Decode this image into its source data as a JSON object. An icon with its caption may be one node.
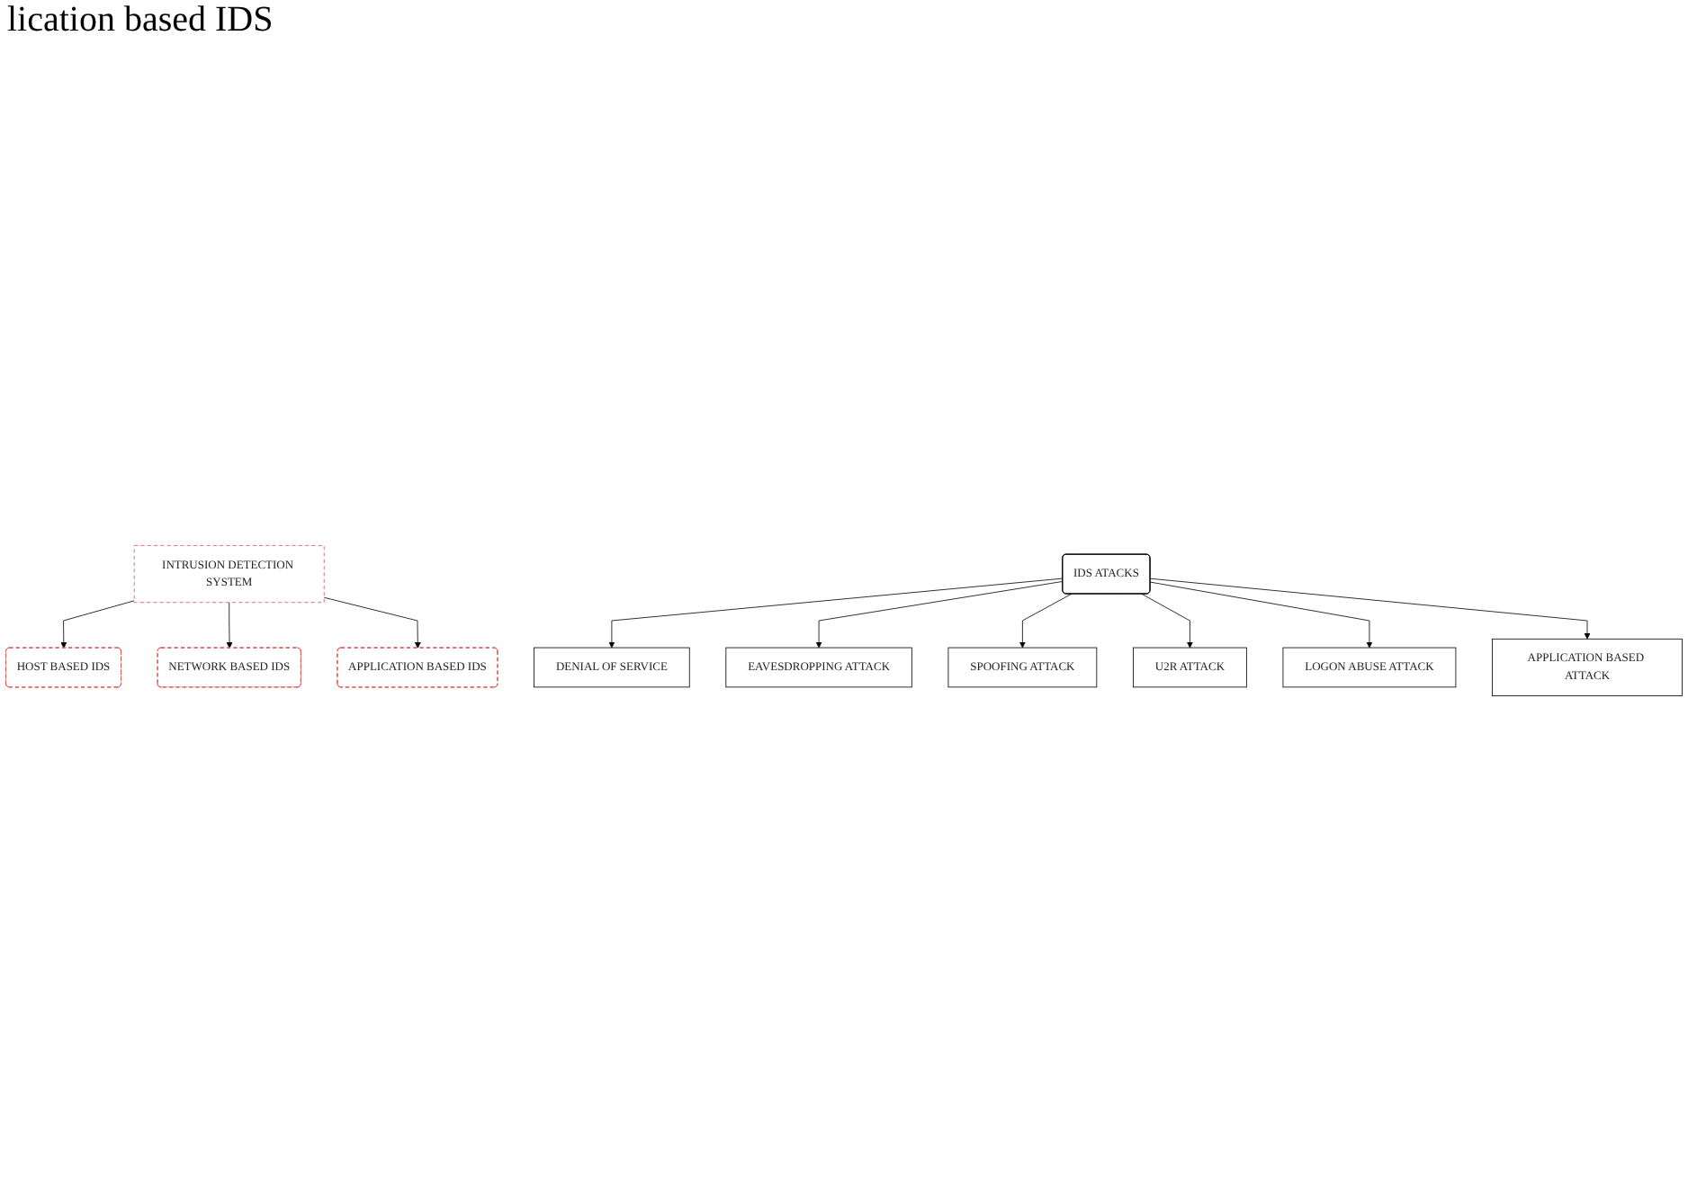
{
  "diagram": {
    "nodes": [
      {
        "text": [
          "INTRUSION DETECTION SYSTEM"
        ]
      },
      {
        "text": [
          "HOST BASED IDS"
        ]
      },
      {
        "text": [
          "NETWORK BASED IDS"
        ]
      },
      {
        "text": [
          "APPLICATION BASED IDS"
        ]
      },
      {
        "text": [
          "IDS ATACKS"
        ]
      },
      {
        "text": [
          "DENIAL OF SERVICE"
        ]
      },
      {
        "text": [
          "EAVESDROPPING ATTACK"
        ]
      },
      {
        "text": [
          "SPOOFING ATTACK"
        ]
      },
      {
        "text": [
          "U2R ATTACK"
        ]
      },
      {
        "text": [
          "LOGON ABUSE ATTACK"
        ]
      },
      {
        "text": [
          "APPLICATION BASED ATTACK"
        ]
      }
    ],
    "edges": [
      {
        "from": 0,
        "to": 1,
        "arrow": "to"
      },
      {
        "from": 0,
        "to": 2,
        "arrow": "to"
      },
      {
        "from": 0,
        "to": 3,
        "arrow": "to"
      },
      {
        "from": 4,
        "to": 5,
        "arrow": "to"
      },
      {
        "from": 4,
        "to": 6,
        "arrow": "to"
      },
      {
        "from": 4,
        "to": 7,
        "arrow": "to"
      },
      {
        "from": 4,
        "to": 8,
        "arrow": "to"
      },
      {
        "from": 4,
        "to": 9,
        "arrow": "to"
      },
      {
        "from": 4,
        "to": 10,
        "arrow": "to"
      }
    ],
    "labels": [
      "lication based IDS"
    ]
  }
}
